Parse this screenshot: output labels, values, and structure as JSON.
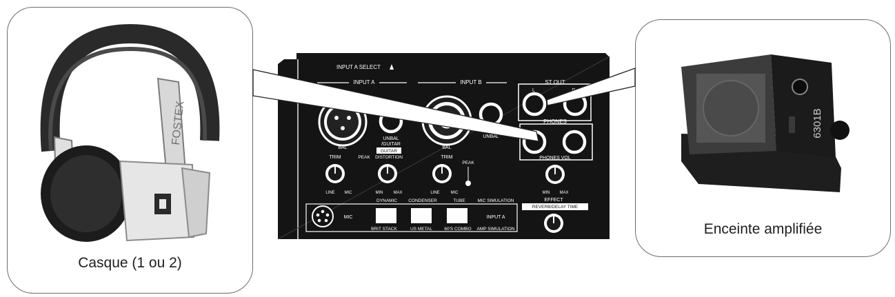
{
  "headphones": {
    "caption": "Casque (1 ou 2)",
    "brand_logo": "FOSTEX"
  },
  "speaker": {
    "caption": "Enceinte amplifiée",
    "model_text": "6301B"
  },
  "panel": {
    "input_a_select": "INPUT A SELECT",
    "input_a": "INPUT A",
    "input_b": "INPUT B",
    "st_out": "ST OUT",
    "l": "L",
    "r": "R",
    "phones": "PHONES",
    "bal_a": "BAL",
    "bal_b": "BAL",
    "unbal_guitar_1": "UNBAL",
    "unbal_guitar_2": "/GUITAR",
    "unbal_b": "UNBAL",
    "trim_a": "TRIM",
    "trim_b": "TRIM",
    "peak_a": "PEAK",
    "peak_b": "PEAK",
    "guitar": "GUITAR",
    "distortion": "DISTORTION",
    "line_a": "LINE",
    "mic_a": "MIC",
    "line_b": "LINE",
    "mic_b": "MIC",
    "min_a": "MIN",
    "max_a": "MAX",
    "phones_vol": "PHONES VOL",
    "min_p": "MIN",
    "max_p": "MAX",
    "dynamic": "DYNAMIC",
    "condenser": "CONDENSER",
    "tube": "TUBE",
    "mic_simulation": "MIC SIMULATION",
    "mic_row": "MIC",
    "input_a_row": "INPUT A",
    "brit_stack": "BRIT STACK",
    "us_metal": "US METAL",
    "combo": "60'S COMBO",
    "amp_simulation": "AMP SIMULATION",
    "effect": "EFFECT",
    "reverb_delay": "REVERB/DELAY TIME"
  }
}
